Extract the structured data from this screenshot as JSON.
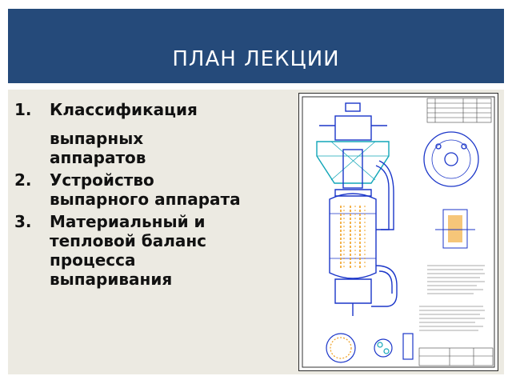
{
  "slide": {
    "title": "ПЛАН ЛЕКЦИИ",
    "items": [
      {
        "number": "1.",
        "lines": [
          "Классификация",
          "выпарных",
          "аппаратов"
        ]
      },
      {
        "number": "2.",
        "lines": [
          "Устройство",
          "выпарного аппарата"
        ]
      },
      {
        "number": "3.",
        "lines": [
          "Материальный и",
          "тепловой баланс",
          "процесса",
          "выпаривания"
        ]
      }
    ]
  },
  "colors": {
    "header_bg": "#254a7a",
    "content_bg": "#eceae2",
    "drawing_cyan": "#12a6b8",
    "drawing_blue": "#1b36c9",
    "drawing_orange": "#f0a020"
  }
}
